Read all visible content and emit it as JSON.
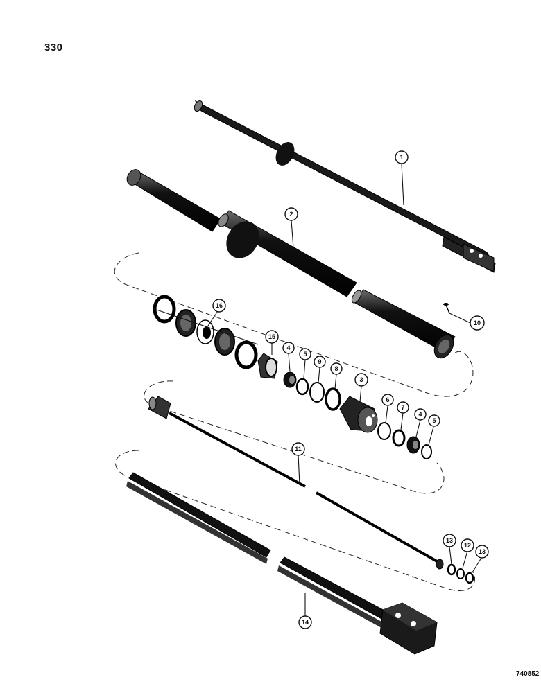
{
  "page": {
    "page_number": "330",
    "figure_code": "740852"
  },
  "callouts": {
    "c1": "1",
    "c2": "2",
    "c3": "3",
    "c4a": "4",
    "c4b": "4",
    "c5a": "5",
    "c5b": "5",
    "c6": "6",
    "c7": "7",
    "c8": "8",
    "c9": "9",
    "c10": "10",
    "c11": "11",
    "c12": "12",
    "c13a": "13",
    "c13b": "13",
    "c14": "14",
    "c15": "15",
    "c16": "16"
  }
}
